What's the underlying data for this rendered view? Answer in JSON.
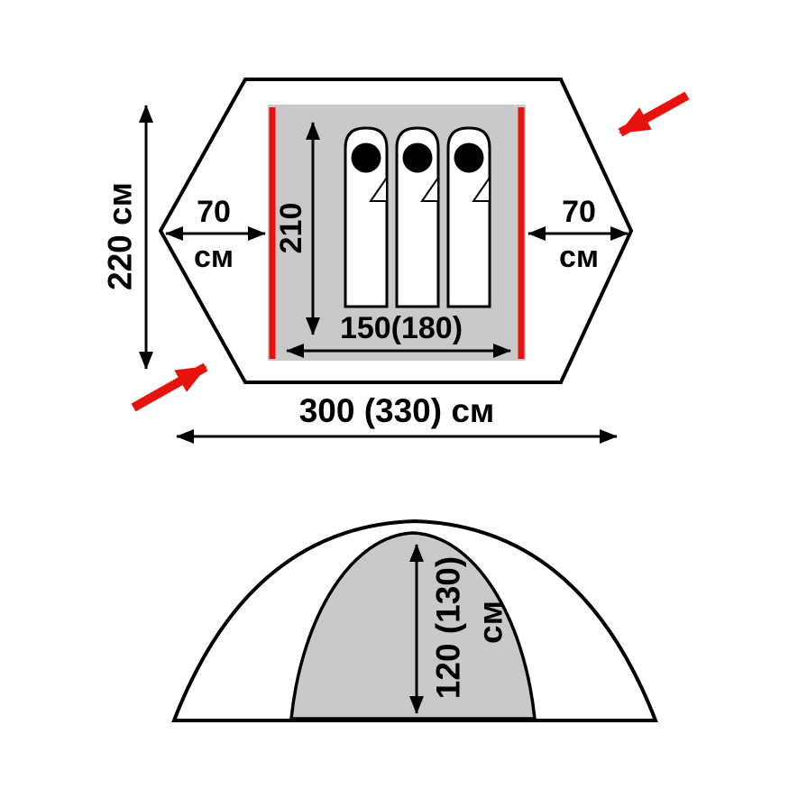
{
  "colors": {
    "outline": "#000000",
    "floor_fill": "#c9c9c9",
    "accent_red": "#e8120c",
    "background": "#ffffff"
  },
  "plan_view": {
    "total_depth_label": "220 см",
    "left_vestibule_value": "70",
    "left_vestibule_unit": "см",
    "inner_length_label": "210",
    "inner_width_label": "150(180)",
    "right_vestibule_value": "70",
    "right_vestibule_unit": "см",
    "total_width_label": "300 (330) см",
    "sleeping_spots": 3
  },
  "side_view": {
    "inner_height_label": "120 (130)",
    "inner_height_unit": "см"
  }
}
